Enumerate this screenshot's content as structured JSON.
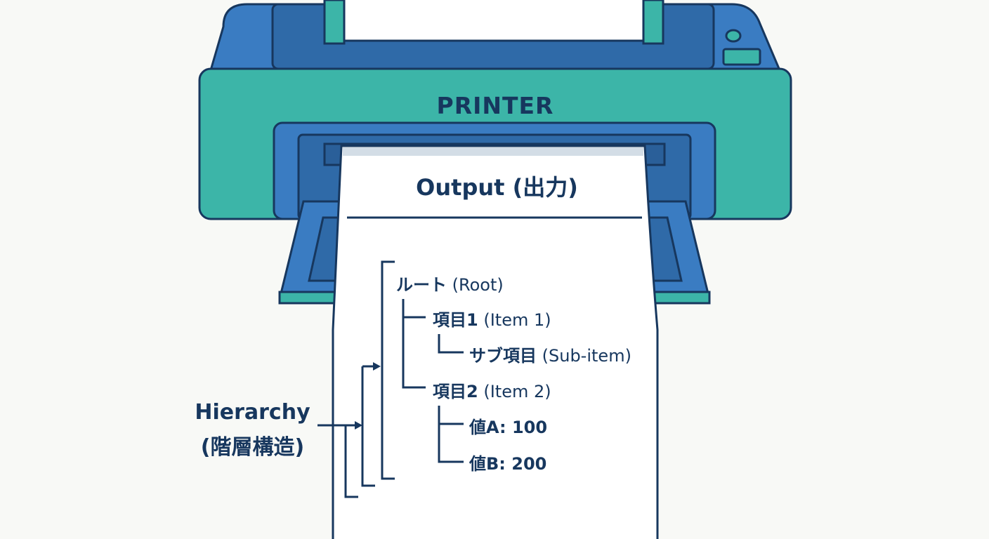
{
  "printer": {
    "label": "PRINTER"
  },
  "output": {
    "title": "Output (出力)"
  },
  "tree": {
    "root": {
      "jp": "ルート",
      "en": "(Root)"
    },
    "item1": {
      "jp": "項目1",
      "en": "(Item 1)"
    },
    "subitem": {
      "jp": "サブ項目",
      "en": "(Sub-item)"
    },
    "item2": {
      "jp": "項目2",
      "en": "(Item 2)"
    },
    "valueA": {
      "text": "値A: 100"
    },
    "valueB": {
      "text": "値B: 200"
    }
  },
  "hierarchy": {
    "line1": "Hierarchy",
    "line2": "(階層構造)"
  },
  "colors": {
    "printer_blue": "#3a7cc2",
    "printer_teal": "#3cb5a8",
    "outline": "#17375e",
    "paper": "#ffffff",
    "background": "#f8f9f6"
  }
}
